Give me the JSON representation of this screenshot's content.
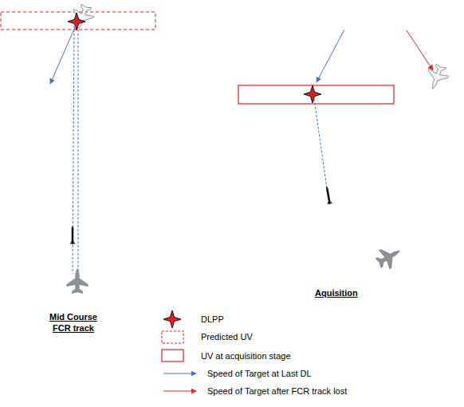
{
  "diagram": {
    "labels": [
      "Mid Course FCR track",
      "Aquisition"
    ],
    "legend": [
      {
        "text": "DLPP"
      },
      {
        "text": "Predicted UV"
      },
      {
        "text": "UV at acquisition stage"
      },
      {
        "text": "Speed of Target at Last DL"
      },
      {
        "text": "Speed of Target after FCR track lost"
      }
    ]
  }
}
